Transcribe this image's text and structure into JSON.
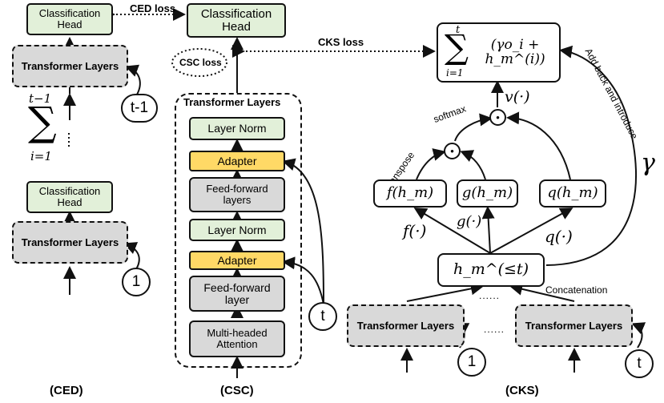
{
  "ced": {
    "top_head": "Classification\nHead",
    "top_layers": "Transformer Layers",
    "top_input": "t-1",
    "sum_upper": "t−1",
    "sum_lower": "i=1",
    "bottom_head": "Classification\nHead",
    "bottom_layers": "Transformer Layers",
    "bottom_input": "1",
    "caption": "(CED)"
  },
  "csc": {
    "head": "Classification\nHead",
    "loss": "CSC loss",
    "frame_title": "Transformer Layers",
    "blocks": [
      "Layer Norm",
      "Adapter",
      "Feed-forward\nlayers",
      "Layer Norm",
      "Adapter",
      "Feed-forward\nlayer",
      "Multi-headed\nAttention"
    ],
    "input": "t",
    "caption": "(CSC)"
  },
  "cks": {
    "sum_upper": "t",
    "sum_lower": "i=1",
    "sum_body": "(γo_i + h_m^(i))",
    "v": "v(·)",
    "softmax": "softmax",
    "transpose": "transpose",
    "add_back": "Add back and introduce",
    "gamma": "γ",
    "f_box": "f(h_m)",
    "g_box": "g(h_m)",
    "q_box": "q(h_m)",
    "f_fn": "f(·)",
    "g_fn": "g(·)",
    "q_fn": "q(·)",
    "h_box": "h_m^(≤t)",
    "concat": "Concatenation",
    "dots_top": "......",
    "dots_mid": "......",
    "layers_left": "Transformer Layers",
    "layers_right": "Transformer Layers",
    "input_left": "1",
    "input_right": "t",
    "caption": "(CKS)"
  },
  "losses": {
    "ced": "CED loss",
    "cks": "CKS loss"
  },
  "ops": {
    "dot": "•"
  }
}
